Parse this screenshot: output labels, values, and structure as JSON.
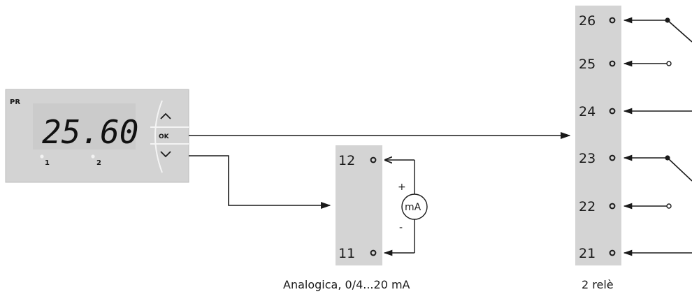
{
  "device": {
    "brand": "PR",
    "display_value": "25.60",
    "led_labels": [
      "1",
      "2"
    ],
    "keys": {
      "up_icon": "chevron-up-icon",
      "ok_label": "OK",
      "down_icon": "chevron-down-icon"
    }
  },
  "analog_block": {
    "terminals": [
      "12",
      "11"
    ],
    "plus": "+",
    "minus": "-",
    "meter_label": "mA",
    "caption": "Analogica, 0/4...20 mA"
  },
  "relay_block": {
    "terminals": [
      "26",
      "25",
      "24",
      "23",
      "22",
      "21"
    ],
    "caption": "2 relè"
  },
  "colors": {
    "device_body": "#d3d3d3",
    "display_bg": "#c9c9c9",
    "terminal_strip": "#d4d4d4",
    "line": "#1a1a1a"
  }
}
